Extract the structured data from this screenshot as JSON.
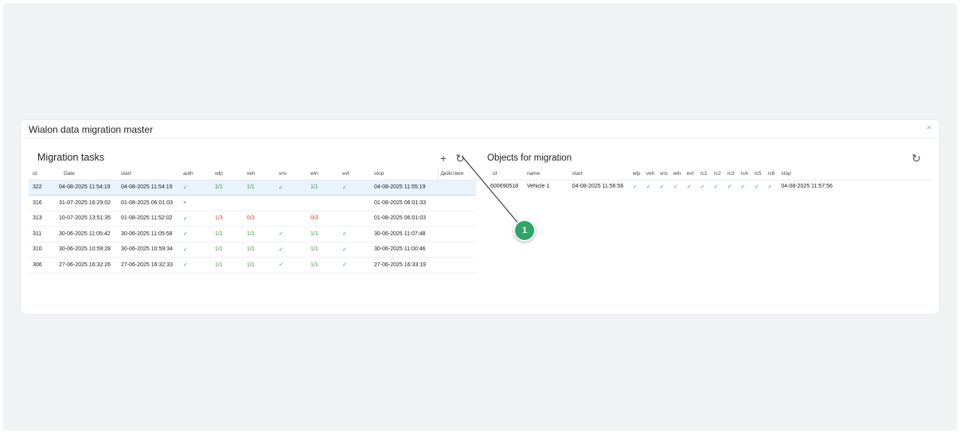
{
  "dialog": {
    "title": "Wialon data migration master",
    "close_glyph": "×"
  },
  "tasks": {
    "title": "Migration tasks",
    "add_glyph": "+",
    "refresh_glyph": "↻",
    "columns": [
      "id",
      "Date",
      "start",
      "auth",
      "wlp",
      "veh",
      "sns",
      "wln",
      "evt",
      "stop",
      "Действия"
    ],
    "rows": [
      {
        "id": "322",
        "date": "04-08-2025 11:54:19",
        "start": "04-08-2025 11:54:19",
        "auth": "✓",
        "wlp": "1/1",
        "veh": "1/1",
        "sns": "✓",
        "wln": "1/1",
        "evt": "✓",
        "stop": "04-08-2025 11:55:19"
      },
      {
        "id": "316",
        "date": "31-07-2025 16:29:02",
        "start": "01-08-2025 06:01:03",
        "auth": "×",
        "wlp": "",
        "veh": "",
        "sns": "",
        "wln": "",
        "evt": "",
        "stop": "01-08-2025 06:01:33"
      },
      {
        "id": "313",
        "date": "10-07-2025 13:51:35",
        "start": "01-08-2025 11:52:02",
        "auth": "✓",
        "wlp": "1/3",
        "veh": "0/3",
        "sns": "",
        "wln": "0/3",
        "evt": "",
        "stop": "01-08-2025 06:01:03"
      },
      {
        "id": "311",
        "date": "30-06-2025 11:05:42",
        "start": "30-06-2025 11:05:58",
        "auth": "✓",
        "wlp": "1/1",
        "veh": "1/1",
        "sns": "✓",
        "wln": "1/1",
        "evt": "✓",
        "stop": "30-06-2025 11:07:48"
      },
      {
        "id": "310",
        "date": "30-06-2025 10:59:28",
        "start": "30-06-2025 10:59:34",
        "auth": "✓",
        "wlp": "1/1",
        "veh": "1/1",
        "sns": "✓",
        "wln": "1/1",
        "evt": "✓",
        "stop": "30-06-2025 11:00:46"
      },
      {
        "id": "306",
        "date": "27-06-2025 16:32:26",
        "start": "27-06-2025 16:32:33",
        "auth": "✓",
        "wlp": "1/1",
        "veh": "1/1",
        "sns": "✓",
        "wln": "1/1",
        "evt": "✓",
        "stop": "27-06-2025 16:33:19"
      }
    ]
  },
  "objects": {
    "title": "Objects for migration",
    "refresh_glyph": "↻",
    "columns": [
      "id",
      "name",
      "start",
      "wlp",
      "veh",
      "sns",
      "wln",
      "evt",
      "rc1",
      "rc2",
      "rc3",
      "rc4",
      "rc5",
      "rc6",
      "stop"
    ],
    "rows": [
      {
        "id": "600690518",
        "name": "Vehicle 1",
        "start": "04-08-2025 11:56:56",
        "wlp": "✓",
        "veh": "✓",
        "sns": "✓",
        "wln": "✓",
        "evt": "✓",
        "rc1": "✓",
        "rc2": "✓",
        "rc3": "✓",
        "rc4": "✓",
        "rc5": "✓",
        "rc6": "✓",
        "stop": "04-08-2025 11:57:56"
      }
    ]
  },
  "callout": {
    "number": "1"
  },
  "colors": {
    "ok": "#2f9c42",
    "error": "#e03c31",
    "selected_row": "#e8f3fc",
    "badge": "#2fa56a"
  }
}
